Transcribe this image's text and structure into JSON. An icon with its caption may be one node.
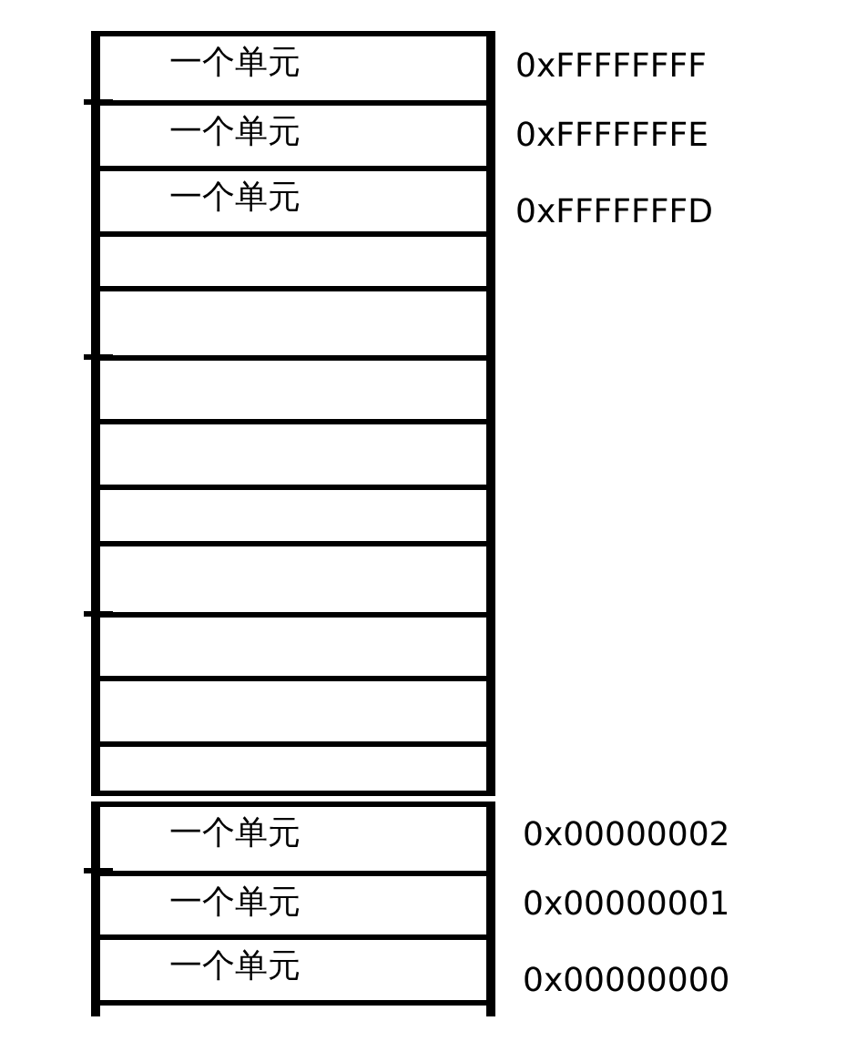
{
  "diagram": {
    "nodes": [
      {
        "text": [
          "一个单元"
        ],
        "beside": [
          "0xFFFFFFFF"
        ]
      },
      {
        "text": [
          "一个单元"
        ],
        "beside": [
          "0xFFFFFFFE"
        ]
      },
      {
        "text": [
          "一个单元"
        ],
        "beside": [
          "0xFFFFFFFD"
        ]
      },
      {
        "text": [],
        "shape": "box"
      },
      {
        "text": [],
        "shape": "box"
      },
      {
        "text": [],
        "shape": "box"
      },
      {
        "text": [],
        "shape": "box"
      },
      {
        "text": [],
        "shape": "box"
      },
      {
        "text": [],
        "shape": "box"
      },
      {
        "text": [],
        "shape": "box"
      },
      {
        "text": [],
        "shape": "box"
      },
      {
        "text": [],
        "shape": "box"
      },
      {
        "text": [
          "一个单元"
        ],
        "beside": [
          "0x00000002"
        ]
      },
      {
        "text": [
          "一个单元"
        ],
        "beside": [
          "0x00000001"
        ]
      },
      {
        "text": [
          "一个单元"
        ],
        "beside": [
          "0x00000000"
        ]
      }
    ],
    "edges": []
  }
}
